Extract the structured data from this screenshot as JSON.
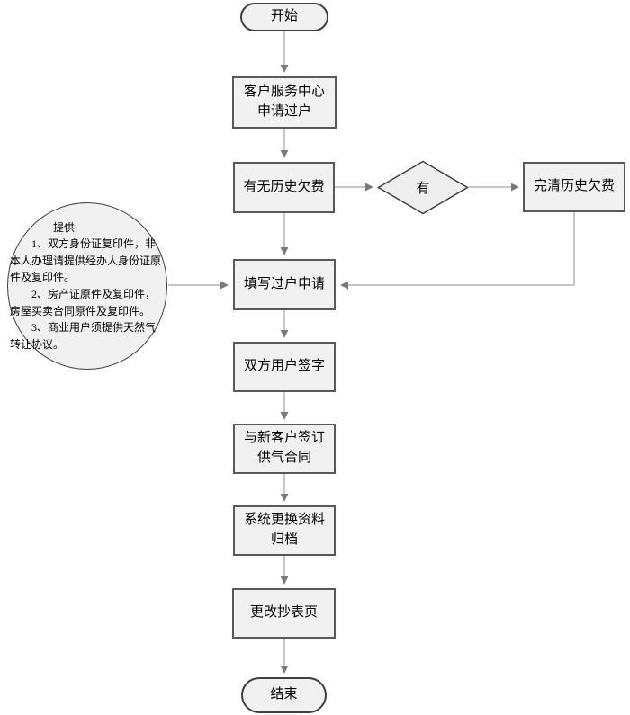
{
  "diagram": {
    "title": "gas-account-transfer-flowchart",
    "colors": {
      "shape_fill": "#f1f1f1",
      "shape_border": "#595959",
      "terminator_border": "#3f3f3f",
      "connector_line": "#a3a3a3",
      "arrowhead": "#7a7a7a",
      "text": "#000000",
      "background": "#ffffff"
    },
    "nodes": {
      "start": "开始",
      "apply": "客户服务中心\n申请过户",
      "check": "有无历史欠费",
      "decision_label": "有",
      "payoff": "完清历史欠费",
      "fill_form": "填写过户申请",
      "sign": "双方用户签字",
      "contract": "与新客户签订\n供气合同",
      "archive": "系统更换资料\n归档",
      "meter": "更改抄表页",
      "end": "结束"
    },
    "note": {
      "paragraphs": [
        "提供:",
        "1、双方身份证复印件，非本人办理请提供经办人身份证原件及复印件。",
        "2、房产证原件及复印件，房屋买卖合同原件及复印件。",
        "3、商业用户须提供天然气转让协议。"
      ]
    }
  }
}
